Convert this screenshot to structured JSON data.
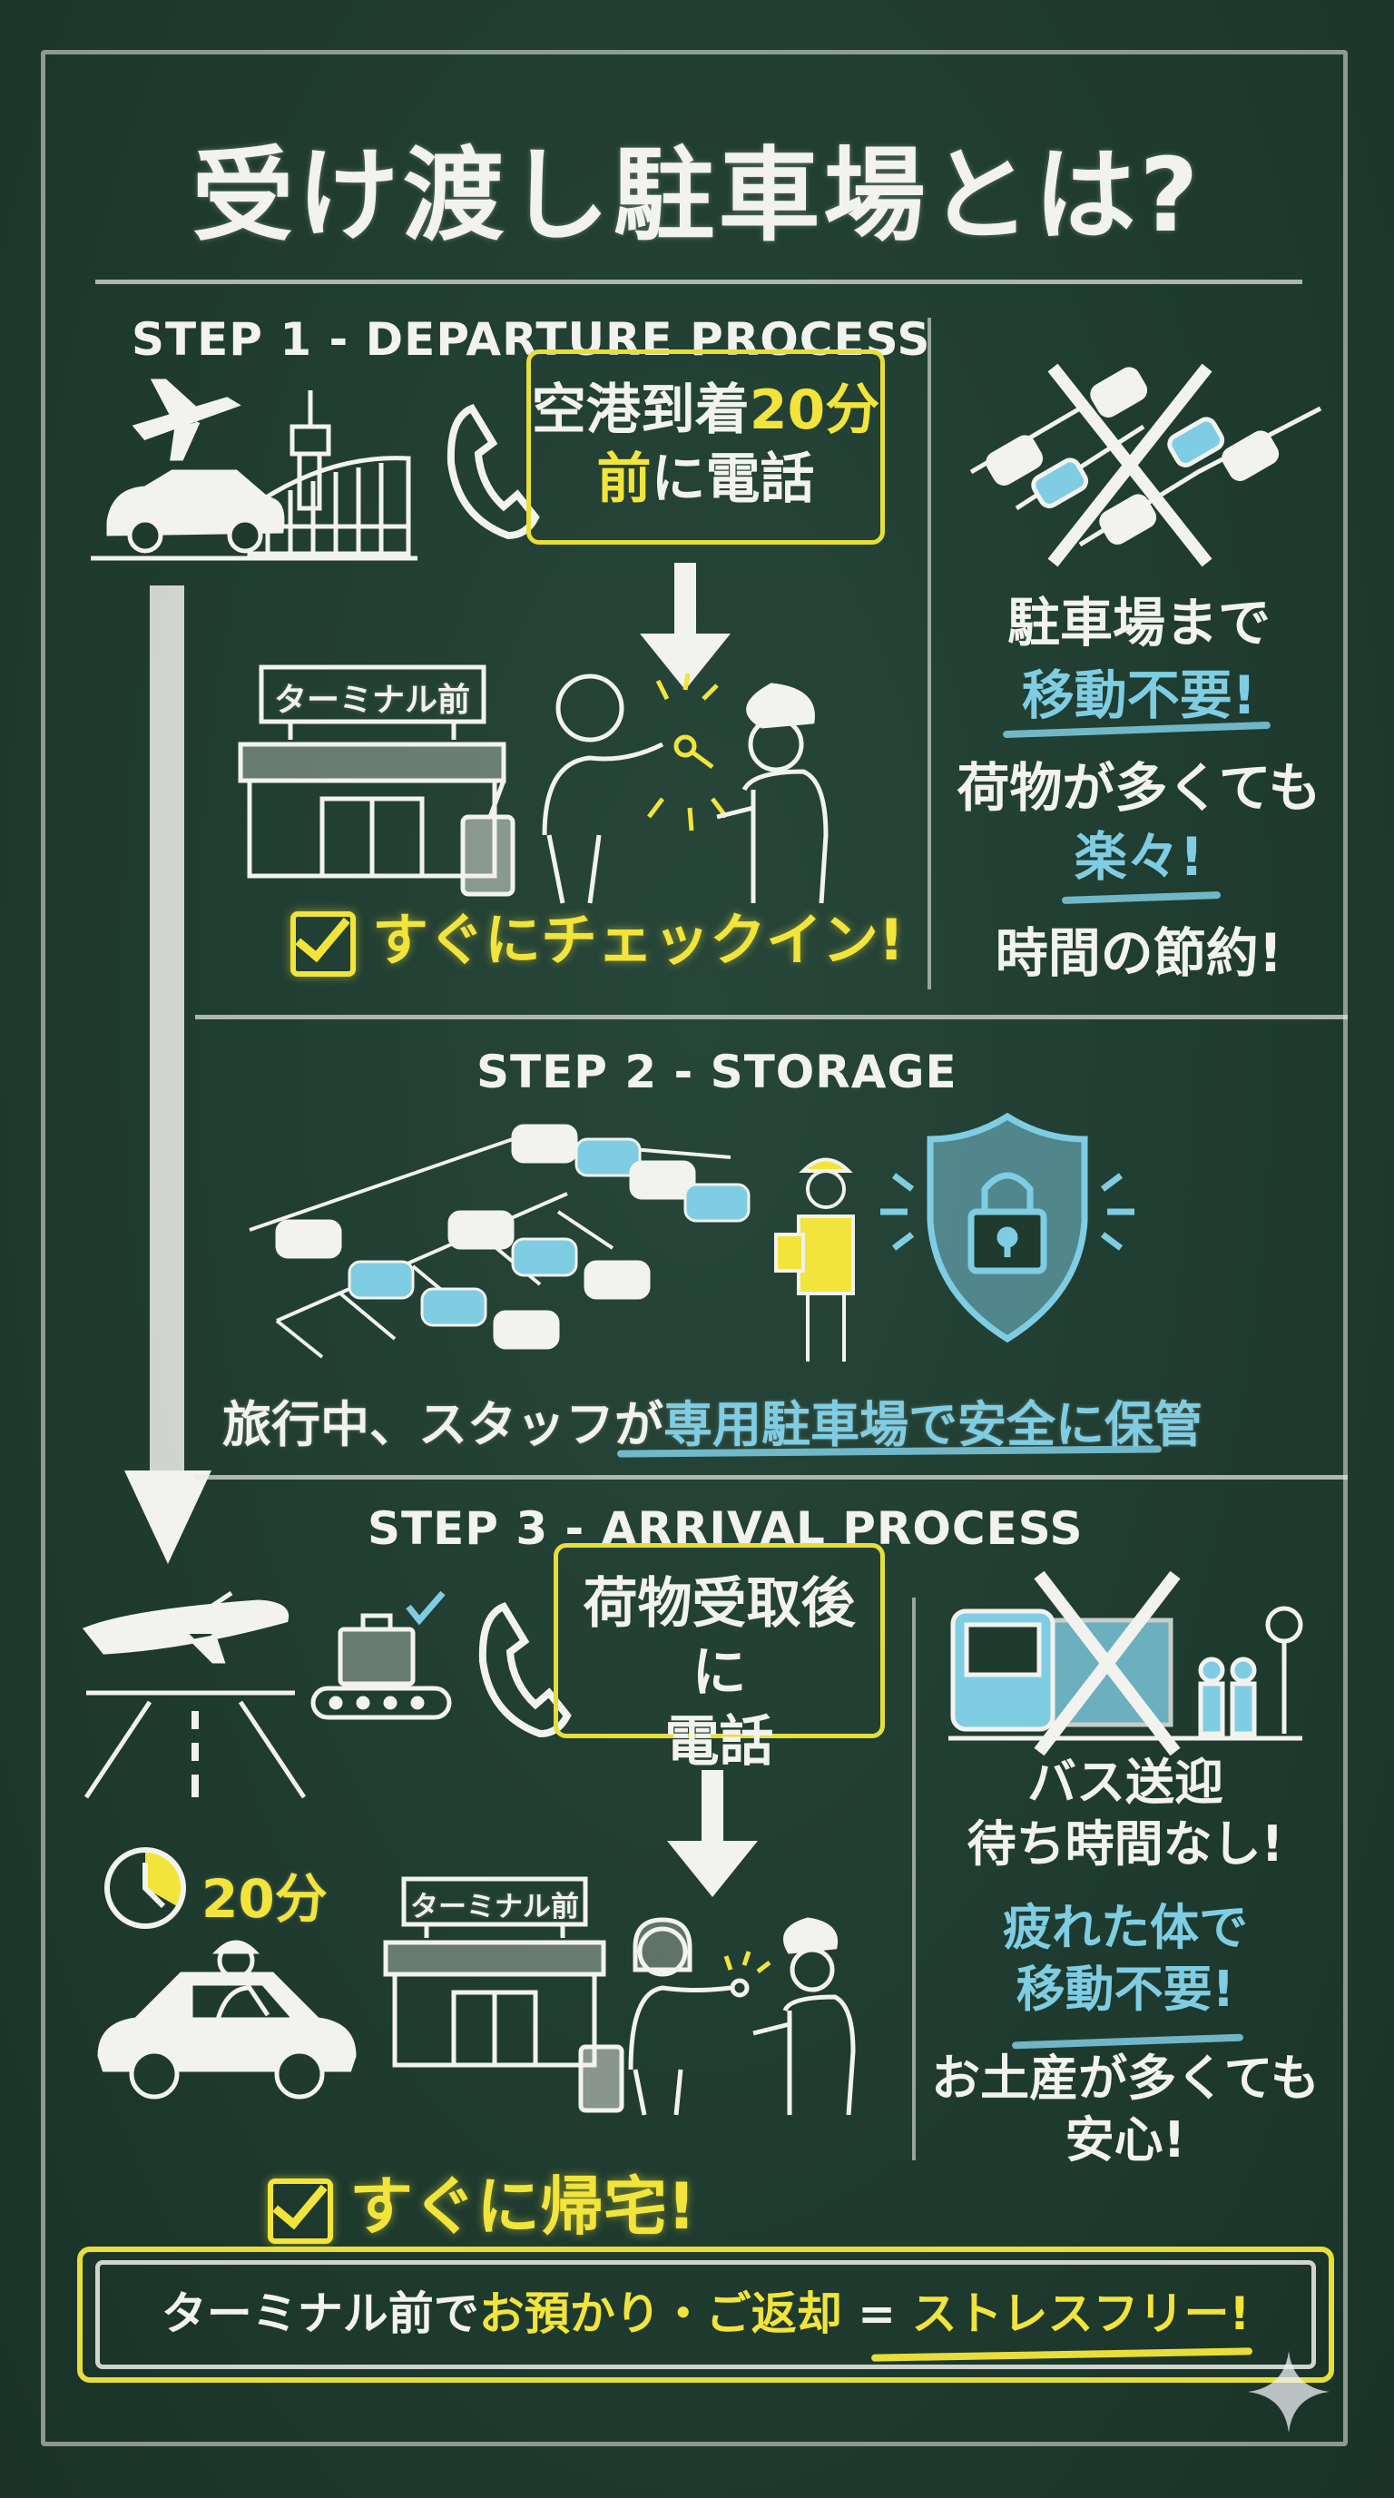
{
  "title": "受け渡し駐車場とは?",
  "step1": {
    "heading": "STEP 1 - DEPARTURE PROCESS",
    "call_box": {
      "line1_a": "空港到着",
      "line1_b": "20分",
      "line2_a": "前",
      "line2_b": "に電話"
    },
    "terminal_sign": "ターミナル前",
    "check": "すぐにチェックイン!",
    "benefits": {
      "b1": "駐車場まで",
      "b2": "移動不要!",
      "b3": "荷物が多くても",
      "b4": "楽々!",
      "b5": "時間の節約!"
    }
  },
  "step2": {
    "heading": "STEP 2 - STORAGE",
    "caption_a": "旅行中、スタッフが",
    "caption_b": "専用駐車場で安全に保管"
  },
  "step3": {
    "heading": "STEP 3 - ARRIVAL PROCESS",
    "call_box": {
      "line1": "荷物受取後に",
      "line2": "電話"
    },
    "timer": "20分",
    "terminal_sign": "ターミナル前",
    "check": "すぐに帰宅!",
    "benefits": {
      "b1": "バス送迎",
      "b2": "待ち時間なし!",
      "b3": "疲れた体で",
      "b4": "移動不要!",
      "b5": "お土産が多くても",
      "b6": "安心!"
    }
  },
  "footer": {
    "part1": "ターミナル前で",
    "part2": "お預かり・ご返却",
    "part3": " = ",
    "part4": "ストレスフリー!"
  },
  "colors": {
    "board": "#1f3a2e",
    "yellow": "#f2e43a",
    "blue": "#7fcde3",
    "chalk": "#f2f2ee"
  }
}
